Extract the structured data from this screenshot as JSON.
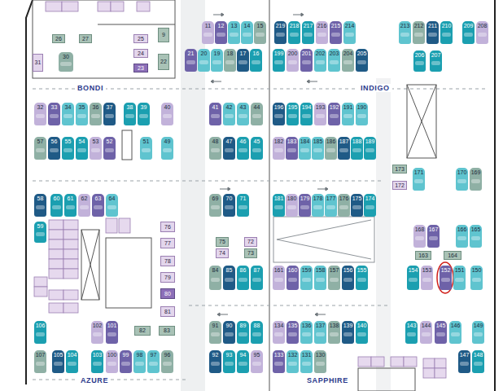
{
  "diagram": {
    "nodes": [
      {
        "text": [
          "26"
        ]
      },
      {
        "text": [
          "27"
        ]
      },
      {
        "text": [
          "25"
        ]
      },
      {
        "text": [
          "9"
        ]
      },
      {
        "text": [
          "31"
        ]
      },
      {
        "text": [
          "30"
        ]
      },
      {
        "text": [
          "24"
        ]
      },
      {
        "text": [
          "23"
        ]
      },
      {
        "text": [
          "22"
        ]
      },
      {
        "text": [
          "11"
        ]
      },
      {
        "text": [
          "12"
        ]
      },
      {
        "text": [
          "13"
        ]
      },
      {
        "text": [
          "14"
        ]
      },
      {
        "text": [
          "15"
        ]
      },
      {
        "text": [
          "219"
        ]
      },
      {
        "text": [
          "218"
        ]
      },
      {
        "text": [
          "217"
        ]
      },
      {
        "text": [
          "216"
        ]
      },
      {
        "text": [
          "215"
        ]
      },
      {
        "text": [
          "214"
        ]
      },
      {
        "text": [
          "213"
        ]
      },
      {
        "text": [
          "212"
        ]
      },
      {
        "text": [
          "211"
        ]
      },
      {
        "text": [
          "210"
        ]
      },
      {
        "text": [
          "209"
        ]
      },
      {
        "text": [
          "208"
        ]
      },
      {
        "text": [
          "21"
        ]
      },
      {
        "text": [
          "20"
        ]
      },
      {
        "text": [
          "19"
        ]
      },
      {
        "text": [
          "18"
        ]
      },
      {
        "text": [
          "17"
        ]
      },
      {
        "text": [
          "16"
        ]
      },
      {
        "text": [
          "199"
        ]
      },
      {
        "text": [
          "200"
        ]
      },
      {
        "text": [
          "201"
        ]
      },
      {
        "text": [
          "202"
        ]
      },
      {
        "text": [
          "203"
        ]
      },
      {
        "text": [
          "204"
        ]
      },
      {
        "text": [
          "205"
        ]
      },
      {
        "text": [
          "206"
        ]
      },
      {
        "text": [
          "207"
        ]
      },
      {
        "text": [
          "32"
        ]
      },
      {
        "text": [
          "33"
        ]
      },
      {
        "text": [
          "34"
        ]
      },
      {
        "text": [
          "35"
        ]
      },
      {
        "text": [
          "36"
        ]
      },
      {
        "text": [
          "37"
        ]
      },
      {
        "text": [
          "38"
        ]
      },
      {
        "text": [
          "39"
        ]
      },
      {
        "text": [
          "40"
        ]
      },
      {
        "text": [
          "41"
        ]
      },
      {
        "text": [
          "42"
        ]
      },
      {
        "text": [
          "43"
        ]
      },
      {
        "text": [
          "44"
        ]
      },
      {
        "text": [
          "196"
        ]
      },
      {
        "text": [
          "195"
        ]
      },
      {
        "text": [
          "194"
        ]
      },
      {
        "text": [
          "193"
        ]
      },
      {
        "text": [
          "192"
        ]
      },
      {
        "text": [
          "191"
        ]
      },
      {
        "text": [
          "190"
        ]
      },
      {
        "text": [
          "57"
        ]
      },
      {
        "text": [
          "56"
        ]
      },
      {
        "text": [
          "55"
        ]
      },
      {
        "text": [
          "54"
        ]
      },
      {
        "text": [
          "53"
        ]
      },
      {
        "text": [
          "52"
        ]
      },
      {
        "text": [
          "51"
        ]
      },
      {
        "text": [
          "49"
        ]
      },
      {
        "text": [
          "48"
        ]
      },
      {
        "text": [
          "47"
        ]
      },
      {
        "text": [
          "46"
        ]
      },
      {
        "text": [
          "45"
        ]
      },
      {
        "text": [
          "182"
        ]
      },
      {
        "text": [
          "183"
        ]
      },
      {
        "text": [
          "184"
        ]
      },
      {
        "text": [
          "185"
        ]
      },
      {
        "text": [
          "186"
        ]
      },
      {
        "text": [
          "187"
        ]
      },
      {
        "text": [
          "188"
        ]
      },
      {
        "text": [
          "189"
        ]
      },
      {
        "text": [
          "173"
        ]
      },
      {
        "text": [
          "172"
        ]
      },
      {
        "text": [
          "171"
        ]
      },
      {
        "text": [
          "170"
        ]
      },
      {
        "text": [
          "169"
        ]
      },
      {
        "text": [
          "58"
        ]
      },
      {
        "text": [
          "60"
        ]
      },
      {
        "text": [
          "61"
        ]
      },
      {
        "text": [
          "62"
        ]
      },
      {
        "text": [
          "63"
        ]
      },
      {
        "text": [
          "64"
        ]
      },
      {
        "text": [
          "76"
        ]
      },
      {
        "text": [
          "69"
        ]
      },
      {
        "text": [
          "70"
        ]
      },
      {
        "text": [
          "71"
        ]
      },
      {
        "text": [
          "181"
        ]
      },
      {
        "text": [
          "180"
        ]
      },
      {
        "text": [
          "179"
        ]
      },
      {
        "text": [
          "178"
        ]
      },
      {
        "text": [
          "177"
        ]
      },
      {
        "text": [
          "176"
        ]
      },
      {
        "text": [
          "175"
        ]
      },
      {
        "text": [
          "174"
        ]
      },
      {
        "text": [
          "59"
        ]
      },
      {
        "text": [
          "168"
        ]
      },
      {
        "text": [
          "167"
        ]
      },
      {
        "text": [
          "166"
        ]
      },
      {
        "text": [
          "165"
        ]
      },
      {
        "text": [
          "75"
        ]
      },
      {
        "text": [
          "72"
        ]
      },
      {
        "text": [
          "77"
        ]
      },
      {
        "text": [
          "74"
        ]
      },
      {
        "text": [
          "73"
        ]
      },
      {
        "text": [
          "163"
        ]
      },
      {
        "text": [
          "164"
        ]
      },
      {
        "text": [
          "78"
        ]
      },
      {
        "text": [
          "84"
        ]
      },
      {
        "text": [
          "85"
        ]
      },
      {
        "text": [
          "86"
        ]
      },
      {
        "text": [
          "87"
        ]
      },
      {
        "text": [
          "161"
        ]
      },
      {
        "text": [
          "160"
        ]
      },
      {
        "text": [
          "159"
        ]
      },
      {
        "text": [
          "158"
        ]
      },
      {
        "text": [
          "157"
        ]
      },
      {
        "text": [
          "156"
        ]
      },
      {
        "text": [
          "155"
        ]
      },
      {
        "text": [
          "154"
        ]
      },
      {
        "text": [
          "153"
        ]
      },
      {
        "text": [
          "152"
        ]
      },
      {
        "text": [
          "151"
        ]
      },
      {
        "text": [
          "150"
        ]
      },
      {
        "text": [
          "79"
        ]
      },
      {
        "text": [
          "80"
        ]
      },
      {
        "text": [
          "81"
        ]
      },
      {
        "text": [
          "106"
        ]
      },
      {
        "text": [
          "102"
        ]
      },
      {
        "text": [
          "101"
        ]
      },
      {
        "text": [
          "82"
        ]
      },
      {
        "text": [
          "83"
        ]
      },
      {
        "text": [
          "91"
        ]
      },
      {
        "text": [
          "90"
        ]
      },
      {
        "text": [
          "89"
        ]
      },
      {
        "text": [
          "88"
        ]
      },
      {
        "text": [
          "134"
        ]
      },
      {
        "text": [
          "135"
        ]
      },
      {
        "text": [
          "136"
        ]
      },
      {
        "text": [
          "137"
        ]
      },
      {
        "text": [
          "138"
        ]
      },
      {
        "text": [
          "139"
        ]
      },
      {
        "text": [
          "140"
        ]
      },
      {
        "text": [
          "143"
        ]
      },
      {
        "text": [
          "144"
        ]
      },
      {
        "text": [
          "145"
        ]
      },
      {
        "text": [
          "146"
        ]
      },
      {
        "text": [
          "149"
        ]
      },
      {
        "text": [
          "107"
        ]
      },
      {
        "text": [
          "105"
        ]
      },
      {
        "text": [
          "104"
        ]
      },
      {
        "text": [
          "103"
        ]
      },
      {
        "text": [
          "100"
        ]
      },
      {
        "text": [
          "99"
        ]
      },
      {
        "text": [
          "98"
        ]
      },
      {
        "text": [
          "97"
        ]
      },
      {
        "text": [
          "96"
        ]
      },
      {
        "text": [
          "92"
        ]
      },
      {
        "text": [
          "93"
        ]
      },
      {
        "text": [
          "94"
        ]
      },
      {
        "text": [
          "95"
        ]
      },
      {
        "text": [
          "133"
        ]
      },
      {
        "text": [
          "132"
        ]
      },
      {
        "text": [
          "131"
        ]
      },
      {
        "text": [
          "130"
        ]
      },
      {
        "text": [
          "147"
        ]
      },
      {
        "text": [
          "148"
        ]
      }
    ],
    "labels": [
      "BONDI",
      "INDIGO",
      "AZURE",
      "SAPPHIRE"
    ]
  }
}
